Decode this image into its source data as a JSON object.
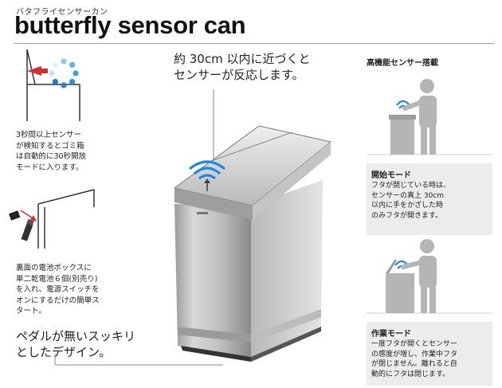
{
  "header": {
    "kana_title": "バタフライセンサーカン",
    "title": "butterfly sensor can"
  },
  "callouts": {
    "sensor_line1": "約 30cm 以内に近づくと",
    "sensor_line2": "センサーが反応します。",
    "pedal_line1": "ペダルが無いスッキリ",
    "pedal_line2": "としたデザイン。"
  },
  "notes": {
    "standby": [
      "3秒間以上センサー",
      "が検知するとゴミ箱",
      "は自動的に30秒開放",
      "モードに入ります。"
    ],
    "battery": [
      "裏面の電池ボックスに",
      "単二乾電池６個(別売り)",
      "を入れ、電源スイッチを",
      "オンにするだけの簡単ス",
      "タート。"
    ]
  },
  "side_panel": {
    "heading": "高機能センサー搭載",
    "start_mode": {
      "title": "開始モード",
      "body": [
        "フタが閉じている時は、",
        "センサーの真上 30cm",
        "以内に手をかざした時",
        "のみフタが開きます。"
      ]
    },
    "work_mode": {
      "title": "作業モード",
      "body": [
        "一度フタが開くとセンサー",
        "の感度が増し、作業中フタ",
        "が閉じません。離れると自",
        "動的にフタは閉じます。"
      ]
    }
  },
  "colors": {
    "sensor_wave": "#1e88e5",
    "arrow_red": "#d32f2f",
    "figure_gray": "#b5b5b5",
    "panel_bg": "#ececec",
    "steel_light": "#dcdcdc",
    "steel_dark": "#8a8a8a"
  },
  "icons": {
    "loading": "loading-dots-icon",
    "battery": "battery-icon",
    "wave": "sensor-wave-icon"
  }
}
